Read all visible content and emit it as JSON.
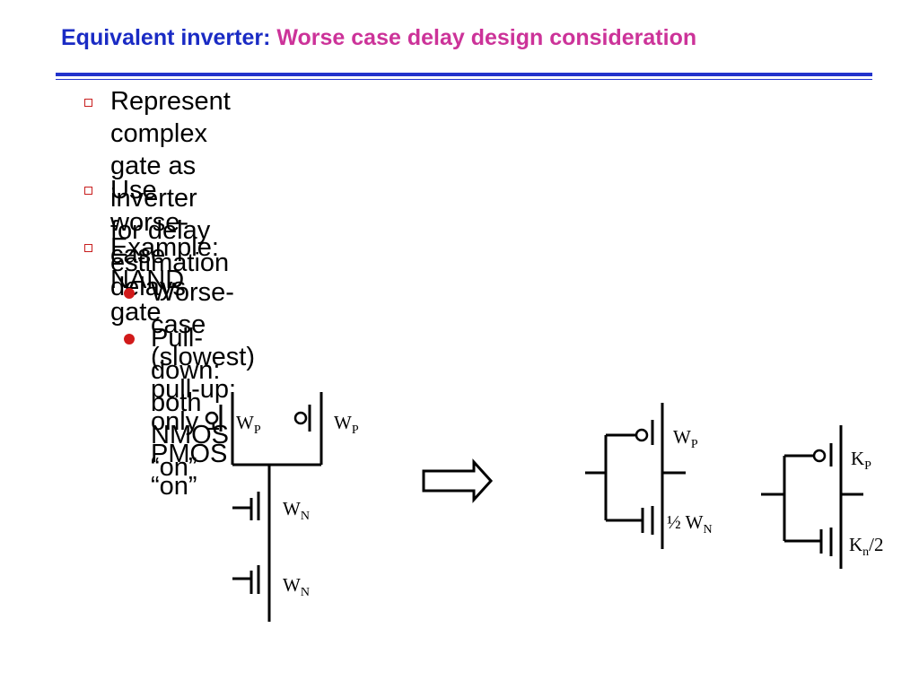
{
  "title": {
    "part1": "Equivalent inverter:",
    "part2": "Worse case delay design consideration"
  },
  "bullets": [
    {
      "line1": "Represent complex gate as inverter for delay",
      "line2": "estimation"
    },
    {
      "line1": "Use worse-case delays"
    },
    {
      "line1": "Example: NAND gate"
    }
  ],
  "sub_bullets": [
    "Worse-case (slowest) pull-up: only 1 PMOS “on”",
    "Pull-down: both NMOS “on”"
  ],
  "nand": {
    "p1": {
      "main": "W",
      "sub": "P"
    },
    "p2": {
      "main": "W",
      "sub": "P"
    },
    "n1": {
      "main": "W",
      "sub": "N"
    },
    "n2": {
      "main": "W",
      "sub": "N"
    }
  },
  "inv1": {
    "p": {
      "main": "W",
      "sub": "P"
    },
    "n": {
      "prefix": "½ W",
      "sub": "N"
    }
  },
  "inv2": {
    "p": {
      "main": "K",
      "sub": "P"
    },
    "n": {
      "main": "K",
      "sub": "n",
      "suffix": "/2"
    }
  },
  "colors": {
    "title_blue": "#1a2bc4",
    "title_pink": "#cc3399",
    "bullet_red": "#c81e1e",
    "rule_blue": "#2233cc"
  }
}
